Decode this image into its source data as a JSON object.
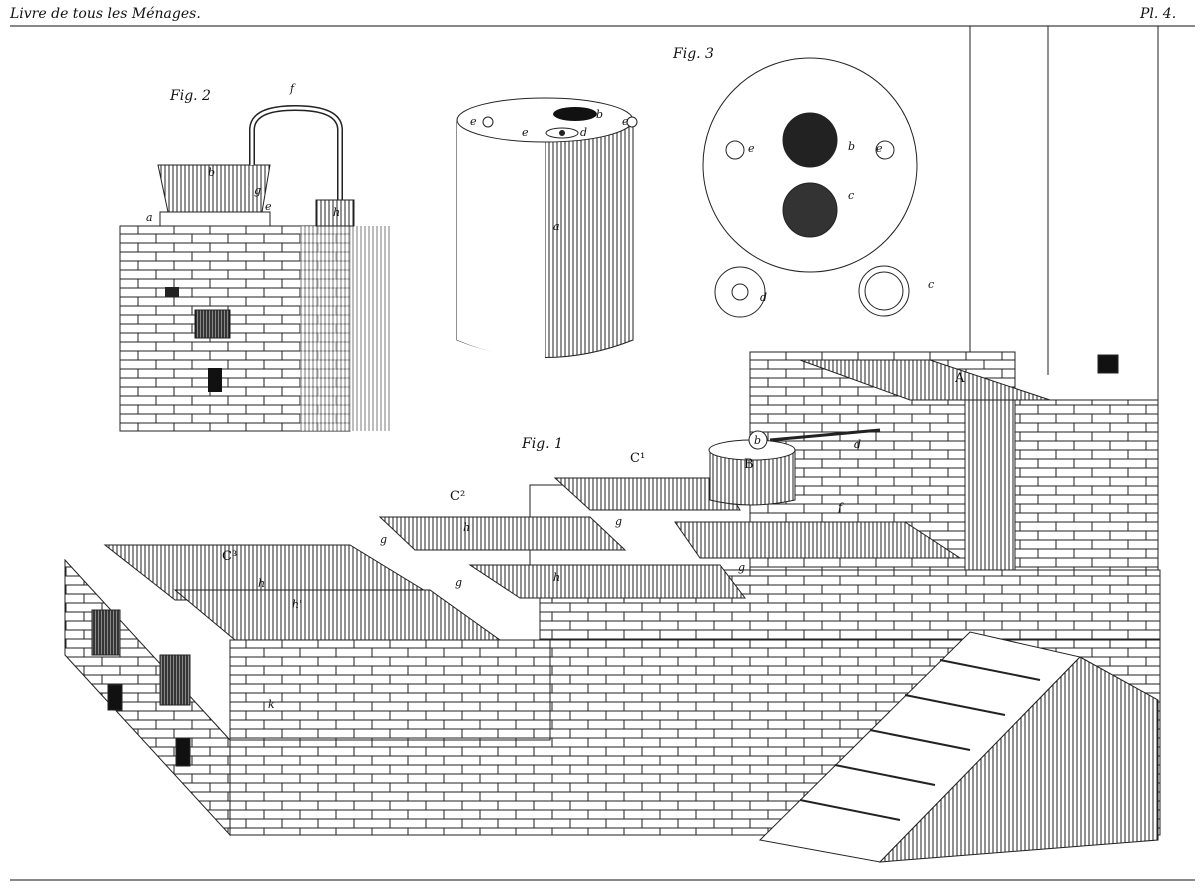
{
  "header": {
    "title": "Livre de tous les Ménages.",
    "plate": "Pl. 4."
  },
  "figures": {
    "fig1": "Fig. 1",
    "fig2": "Fig. 2",
    "fig3": "Fig. 3"
  },
  "fig2_labels": {
    "f": "f",
    "b": "b",
    "a": "a",
    "e": "e",
    "g": "g",
    "h": "h"
  },
  "cylinder_labels": {
    "e1": "e",
    "b": "b",
    "e2": "e",
    "d": "d",
    "e3": "e",
    "a": "a"
  },
  "fig3_labels": {
    "e1": "e",
    "b": "b",
    "e2": "e",
    "c1": "c",
    "d": "d",
    "c2": "c"
  },
  "fig1_labels": {
    "C1": "C¹",
    "C2": "C²",
    "C3": "C³",
    "A": "A",
    "B": "B",
    "b": "b",
    "d": "d",
    "f": "f",
    "g1": "g",
    "g2": "g",
    "g3": "g",
    "g4": "g",
    "h1": "h",
    "h2": "h",
    "h3": "h",
    "h4": "h'",
    "k": "k"
  }
}
